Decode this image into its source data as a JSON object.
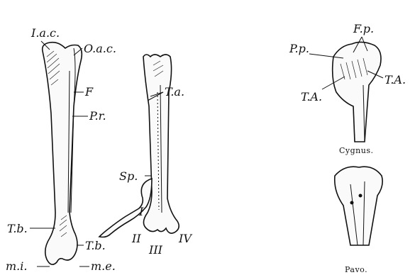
{
  "labels": {
    "iac": "I.a.c.",
    "oac": "O.a.c.",
    "f": "F",
    "pr": "P.r.",
    "tb_left": "T.b.",
    "tb_right": "T.b.",
    "mi": "m.i.",
    "me": "m.e.",
    "ta_mid": "T.a.",
    "sp": "Sp.",
    "digit_i": "I",
    "digit_ii": "II",
    "digit_iii": "III",
    "digit_iv": "IV",
    "fp": "F.p.",
    "pp": "P.p.",
    "ta_left": "T.A.",
    "ta_right": "T.A."
  },
  "captions": {
    "cygnus": "Cygnus.",
    "pavo": "Pavo."
  }
}
